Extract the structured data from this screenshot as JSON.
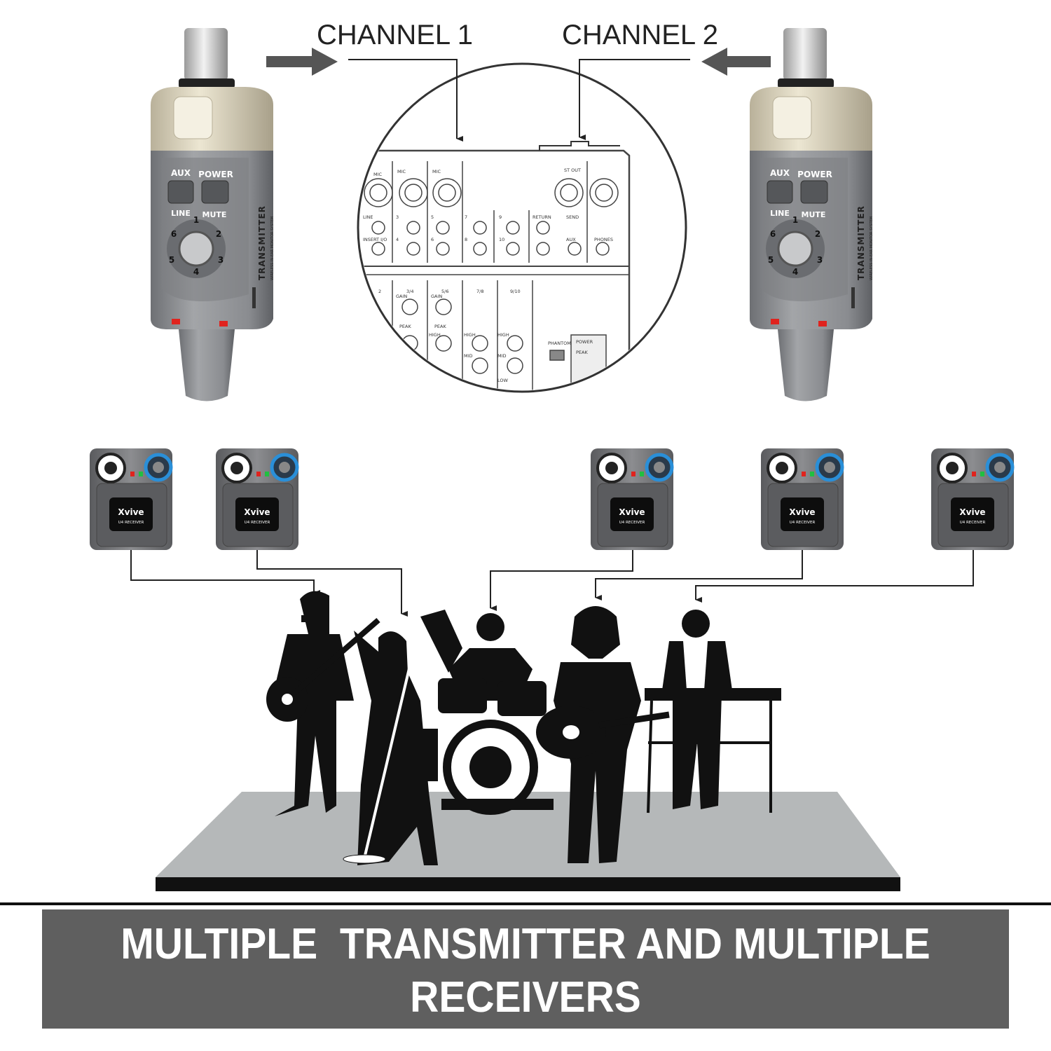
{
  "channels": {
    "ch1": "CHANNEL 1",
    "ch2": "CHANNEL 2"
  },
  "transmitter": {
    "aux": "AUX",
    "power": "POWER",
    "line": "LINE",
    "mute": "MUTE",
    "brand_text": "TRANSMITTER",
    "sub_text": "WIRELESS IN-EAR MONITOR SYSTEM",
    "dial": [
      "1",
      "2",
      "3",
      "4",
      "5",
      "6"
    ]
  },
  "mixer": {
    "labels": [
      "MIC",
      "MIC",
      "MIC",
      "ST OUT",
      "LINE",
      "3",
      "5",
      "7",
      "9",
      "RETURN",
      "SEND",
      "INSERT I/O",
      "4",
      "6",
      "8",
      "10",
      "AUX",
      "PHONES",
      "2",
      "3/4",
      "5/6",
      "7/8",
      "9/10",
      "GAIN",
      "GAIN",
      "PEAK",
      "PEAK",
      "HIGH",
      "HIGH",
      "HIGH",
      "MID",
      "MID",
      "LOW",
      "PHANTOM",
      "POWER",
      "PEAK"
    ]
  },
  "receiver": {
    "logo": "Xvive",
    "model": "U4 RECEIVER",
    "count": 5
  },
  "colors": {
    "banner": "#5f5f5f",
    "stage": "#b5b8b9",
    "transmitter_body": "#8d8f92",
    "transmitter_top": "#d8d0b6",
    "receiver_body": "#6f7073",
    "dial_blue": "#2a8fd8",
    "led_red": "#e0231e",
    "led_green": "#20c040"
  },
  "banner": {
    "line1": "MULTIPLE  TRANSMITTER AND MULTIPLE",
    "line2": "RECEIVERS"
  }
}
